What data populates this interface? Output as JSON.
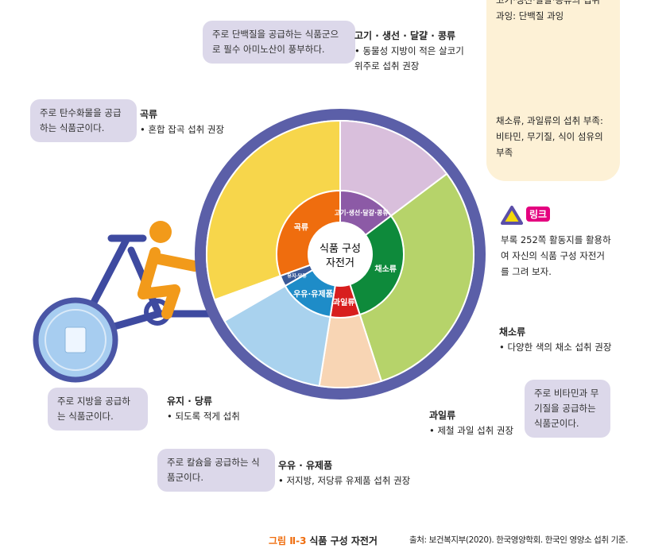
{
  "wheel": {
    "center_title_1": "식품 구성",
    "center_title_2": "자전거",
    "segments": [
      {
        "name": "곡류",
        "color": "#f7d64b",
        "ring_color": "#ef6d0e"
      },
      {
        "name": "고기·생선·달걀·콩류",
        "color": "#d9bfdc",
        "ring_color": "#8c5aa6"
      },
      {
        "name": "채소류",
        "color": "#b6d36a",
        "ring_color": "#0e8a3b"
      },
      {
        "name": "과일류",
        "color": "#f8d5b4",
        "ring_color": "#d81e1e"
      },
      {
        "name": "우유·유제품",
        "color": "#a9d2ee",
        "ring_color": "#1e8cc8"
      },
      {
        "name": "유지·당류",
        "color": "#ffffff",
        "ring_color": "#3a5a98"
      }
    ],
    "rim_color": "#5b5fa8"
  },
  "callouts": {
    "protein": {
      "bubble": "주로 단백질을 공급하는 식품군으로 필수 아미노산이 풍부하다.",
      "title": "고기 · 생선 · 달걀 · 콩류",
      "desc": "• 동물성 지방이 적은 살코기 위주로 섭취 권장"
    },
    "grain": {
      "bubble": "주로 탄수화물을 공급하는 식품군이다.",
      "title": "곡류",
      "desc": "• 혼합 잡곡 섭취 권장"
    },
    "vegetable": {
      "bubble": "주로 비타민과 무기질을 공급하는 식품군이다.",
      "title": "채소류",
      "desc": "• 다양한 색의 채소 섭취 권장"
    },
    "fruit": {
      "title": "과일류",
      "desc": "• 제철 과일 섭취 권장"
    },
    "fat": {
      "bubble": "주로 지방을 공급하는 식품군이다.",
      "title": "유지 · 당류",
      "desc": "• 되도록 적게 섭취"
    },
    "dairy": {
      "bubble": "주로 칼슘을 공급하는 식품군이다.",
      "title": "우유 · 유제품",
      "desc": "• 저지방, 저당류 유제품 섭취 권장"
    }
  },
  "side_note": {
    "top_text": "고기·생선·달걀·콩류의 섭취 과잉: 단백질 과잉",
    "bottom_text": "채소류, 과일류의 섭취 부족: 비타민, 무기질, 식이 섬유의 부족"
  },
  "link": {
    "badge": "링크",
    "text": "부록 252쪽 활동지를 활용하여 자신의 식품 구성 자전거를 그려 보자."
  },
  "caption": {
    "figure_no": "그림 Ⅱ-3",
    "title": "식품 구성 자전거",
    "source": "출처: 보건복지부(2020). 한국영양학회. 한국인 영양소 섭취 기준."
  }
}
